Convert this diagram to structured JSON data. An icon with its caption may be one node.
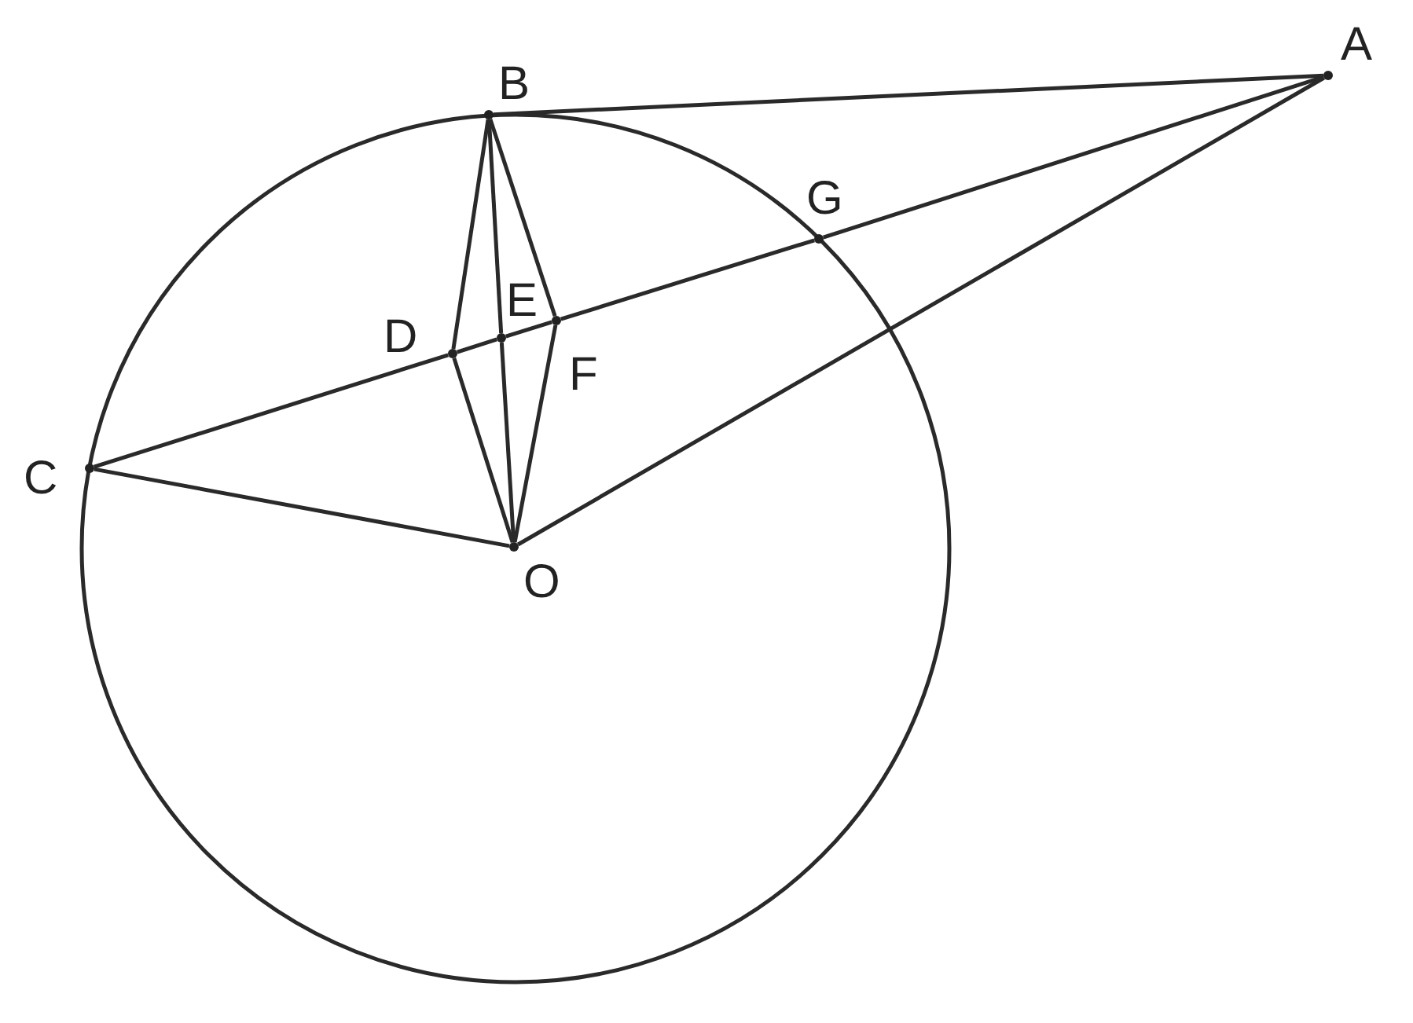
{
  "diagram": {
    "nodes": [
      {
        "text": [
          "A"
        ]
      },
      {
        "text": [
          "B"
        ]
      },
      {
        "text": [
          "G"
        ]
      },
      {
        "text": [
          "E"
        ]
      },
      {
        "text": [
          "D"
        ]
      },
      {
        "text": [
          "F"
        ]
      },
      {
        "text": [
          "C"
        ]
      },
      {
        "text": [
          "O"
        ]
      }
    ],
    "edges": [
      {
        "from": 1,
        "to": 0,
        "arrow": "none"
      },
      {
        "from": 6,
        "to": 4,
        "arrow": "none"
      },
      {
        "from": 4,
        "to": 3,
        "arrow": "none"
      },
      {
        "from": 3,
        "to": 5,
        "arrow": "none"
      },
      {
        "from": 5,
        "to": 2,
        "arrow": "none"
      },
      {
        "from": 2,
        "to": 0,
        "arrow": "none"
      },
      {
        "from": 6,
        "to": 7,
        "arrow": "none"
      },
      {
        "from": 7,
        "to": 0,
        "arrow": "none"
      },
      {
        "from": 1,
        "to": 4,
        "arrow": "none"
      },
      {
        "from": 1,
        "to": 3,
        "arrow": "none"
      },
      {
        "from": 3,
        "to": 7,
        "arrow": "none"
      },
      {
        "from": 1,
        "to": 5,
        "arrow": "none"
      },
      {
        "from": 4,
        "to": 7,
        "arrow": "none"
      },
      {
        "from": 5,
        "to": 7,
        "arrow": "none"
      }
    ]
  }
}
